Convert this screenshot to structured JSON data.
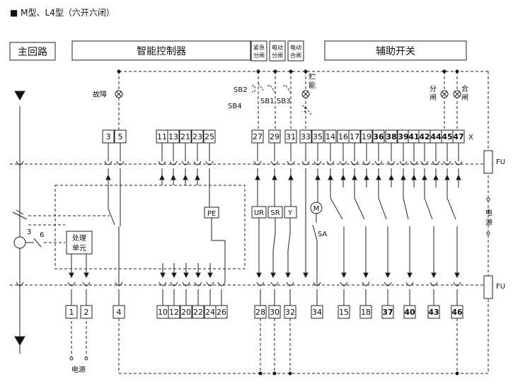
{
  "caption": "■ M型、L4型（六开六闭）",
  "headers": {
    "main_circuit": "主回路",
    "smart_controller": "智能控制器",
    "emergency_open": [
      "紧急",
      "分闸"
    ],
    "electric_open": [
      "电动",
      "分闸"
    ],
    "electric_close": [
      "电动",
      "合闸"
    ],
    "aux_switch": "辅助开关"
  },
  "labels": {
    "fault": "故障",
    "sb2": "SB2",
    "sb4": "SB4",
    "sb1": "SB1",
    "sb3": "SB3",
    "store_energy": [
      "贮",
      "能"
    ],
    "open_ind": [
      "分",
      "闸"
    ],
    "close_ind": [
      "合",
      "闸"
    ],
    "x": "X",
    "fu_top": "FU",
    "fu_bottom": "FU",
    "power_right": [
      "电",
      "源"
    ],
    "power_bottom": "电源",
    "pe": "PE",
    "ur": "UR",
    "sr": "SR",
    "y": "Y",
    "m": "M",
    "sa": "SA",
    "ct_3": "3",
    "ct_6": "6",
    "processing_unit": [
      "处理",
      "单元"
    ]
  },
  "top_terminals": [
    {
      "n": "3",
      "bold": false
    },
    {
      "n": "5",
      "bold": false
    },
    {
      "n": "11",
      "bold": false
    },
    {
      "n": "13",
      "bold": false
    },
    {
      "n": "21",
      "bold": false
    },
    {
      "n": "23",
      "bold": false
    },
    {
      "n": "25",
      "bold": false
    },
    {
      "n": "27",
      "bold": false
    },
    {
      "n": "29",
      "bold": false
    },
    {
      "n": "31",
      "bold": false
    },
    {
      "n": "33",
      "bold": false
    },
    {
      "n": "35",
      "bold": false
    },
    {
      "n": "14",
      "bold": false
    },
    {
      "n": "16",
      "bold": false
    },
    {
      "n": "17",
      "bold": false
    },
    {
      "n": "19",
      "bold": false
    },
    {
      "n": "36",
      "bold": true
    },
    {
      "n": "38",
      "bold": true
    },
    {
      "n": "39",
      "bold": true
    },
    {
      "n": "41",
      "bold": true
    },
    {
      "n": "42",
      "bold": true
    },
    {
      "n": "44",
      "bold": true
    },
    {
      "n": "45",
      "bold": true
    },
    {
      "n": "47",
      "bold": true
    }
  ],
  "bottom_terminals": [
    {
      "n": "1",
      "bold": false
    },
    {
      "n": "2",
      "bold": false
    },
    {
      "n": "4",
      "bold": false
    },
    {
      "n": "10",
      "bold": false
    },
    {
      "n": "12",
      "bold": false
    },
    {
      "n": "20",
      "bold": false
    },
    {
      "n": "22",
      "bold": false
    },
    {
      "n": "24",
      "bold": false
    },
    {
      "n": "26",
      "bold": false
    },
    {
      "n": "28",
      "bold": false
    },
    {
      "n": "30",
      "bold": false
    },
    {
      "n": "32",
      "bold": false
    },
    {
      "n": "34",
      "bold": false
    },
    {
      "n": "15",
      "bold": false
    },
    {
      "n": "18",
      "bold": false
    },
    {
      "n": "37",
      "bold": true
    },
    {
      "n": "40",
      "bold": true
    },
    {
      "n": "43",
      "bold": true
    },
    {
      "n": "46",
      "bold": true
    }
  ]
}
